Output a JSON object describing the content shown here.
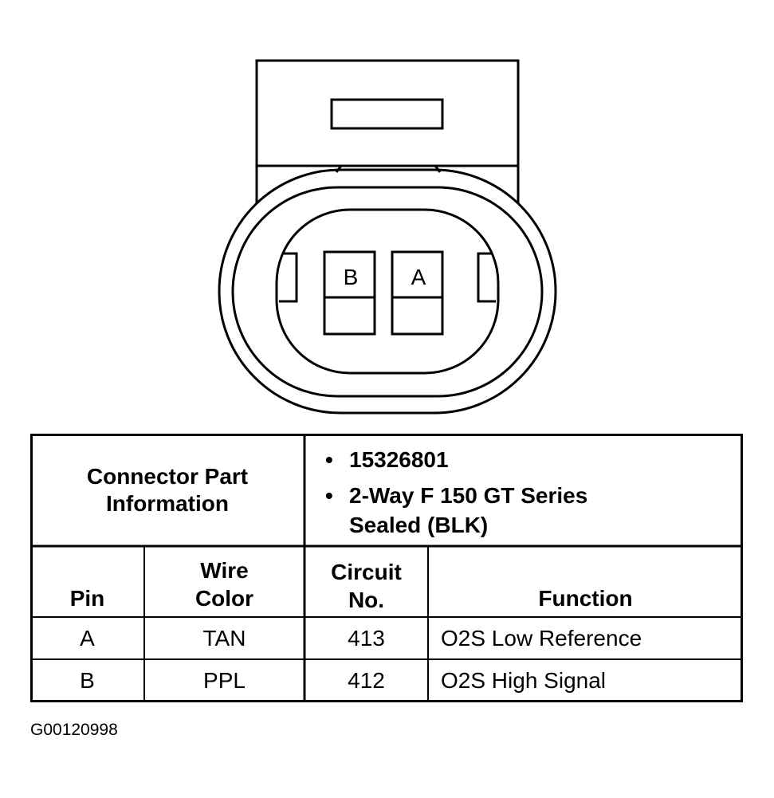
{
  "connector": {
    "pins": [
      {
        "label": "B"
      },
      {
        "label": "A"
      }
    ]
  },
  "part_info": {
    "header_line1": "Connector Part",
    "header_line2": "Information",
    "part_number": "15326801",
    "description_line1": "2-Way F 150 GT Series",
    "description_line2": "Sealed (BLK)",
    "bullet": "•"
  },
  "columns": {
    "pin": "Pin",
    "wire_color_line1": "Wire",
    "wire_color_line2": "Color",
    "circuit_line1": "Circuit",
    "circuit_line2": "No.",
    "function": "Function"
  },
  "rows": [
    {
      "pin": "A",
      "wire_color": "TAN",
      "circuit": "413",
      "function": "O2S Low Reference"
    },
    {
      "pin": "B",
      "wire_color": "PPL",
      "circuit": "412",
      "function": "O2S High Signal"
    }
  ],
  "figure_id": "G00120998"
}
